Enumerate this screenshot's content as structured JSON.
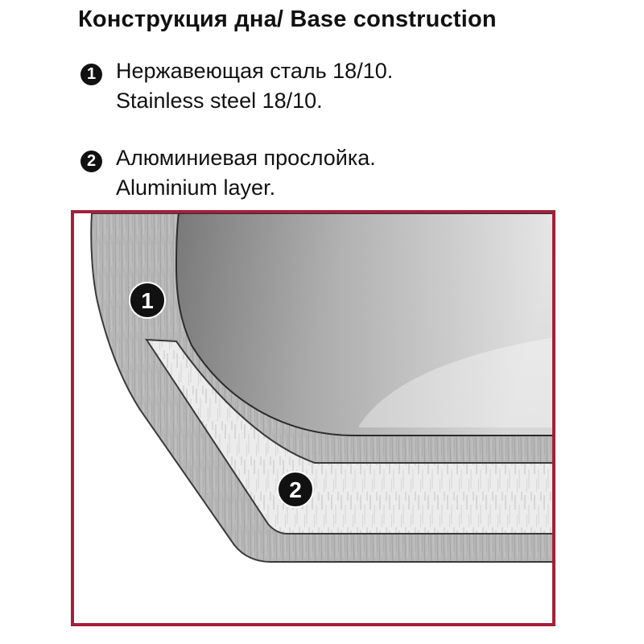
{
  "title": "Конструкция дна/ Base construction",
  "legend": [
    {
      "marker": "1",
      "lines": [
        "Нержавеющая сталь 18/10.",
        "Stainless steel 18/10."
      ]
    },
    {
      "marker": "2",
      "lines": [
        "Алюминиевая прослойка.",
        "Aluminium layer."
      ]
    }
  ],
  "diagram": {
    "callouts": [
      "1",
      "2"
    ],
    "colors": {
      "frame": "#a3203a",
      "steel": "#b5b5b5",
      "aluminium": "#ebebeb",
      "interior_light": "#f2f2f2",
      "interior_dark": "#8a8a8a",
      "outline": "#3a3a3a"
    }
  }
}
